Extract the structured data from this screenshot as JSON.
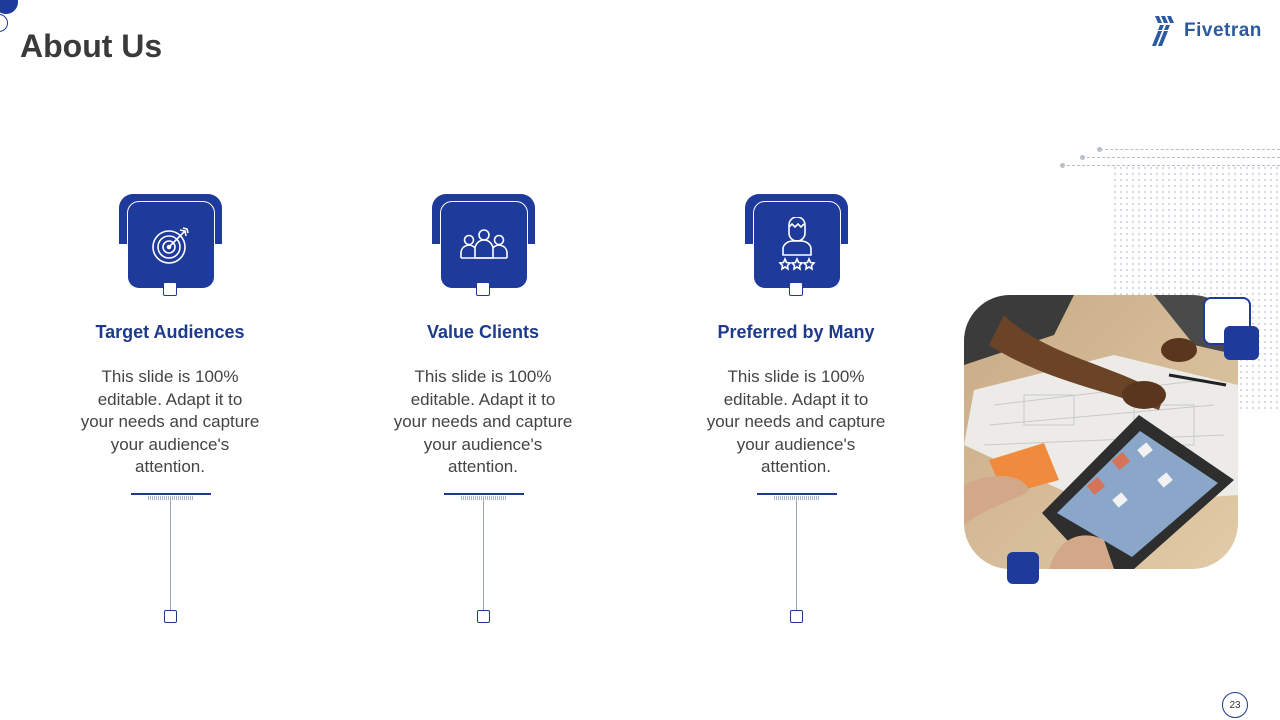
{
  "slide": {
    "title": "About Us",
    "page_number": "23"
  },
  "brand": {
    "name": "Fivetran",
    "accent_color": "#1e3a9a",
    "logo_icon": "fivetran-logo-icon"
  },
  "features": [
    {
      "icon": "target-icon",
      "heading": "Target Audiences",
      "text": "This slide is 100% editable. Adapt it to your needs and capture your audience's attention."
    },
    {
      "icon": "group-icon",
      "heading": "Value Clients",
      "text": "This slide is 100% editable. Adapt it to your needs and capture your audience's attention."
    },
    {
      "icon": "person-rating-icon",
      "heading": "Preferred by Many",
      "text": "This slide is 100% editable. Adapt it to your needs and capture your audience's attention."
    }
  ],
  "image": {
    "subject": "team-working-photo"
  }
}
